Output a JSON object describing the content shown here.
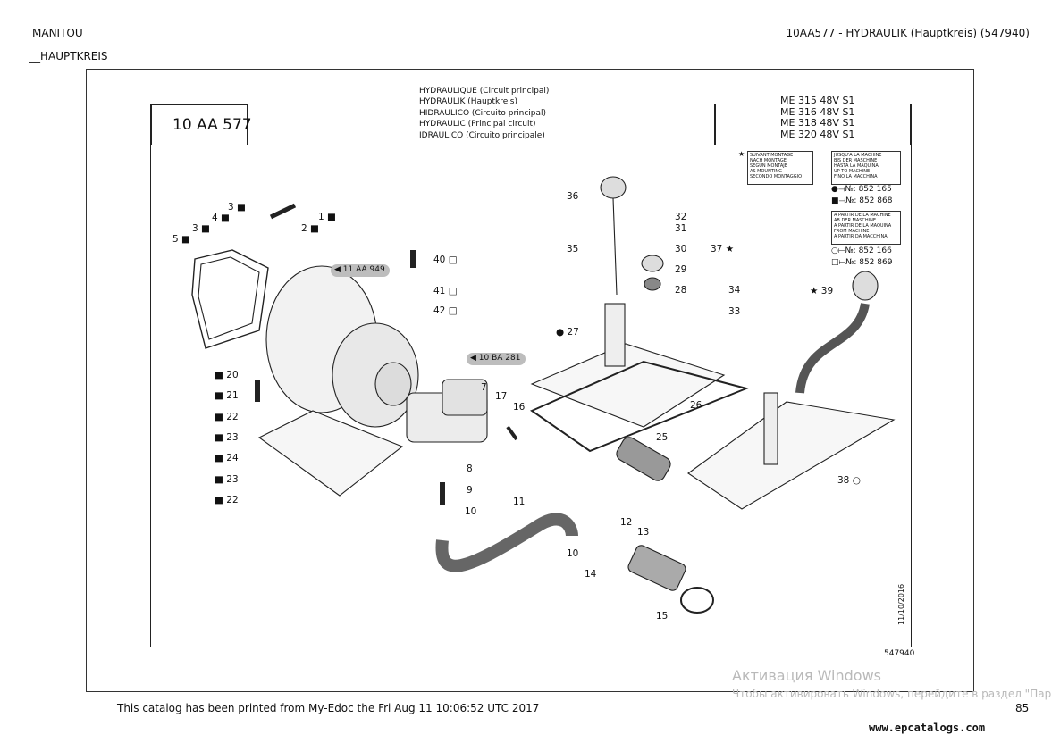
{
  "header": {
    "brand": "MANITOU",
    "section": "__HAUPTKREIS",
    "doc_title": "10AA577 - HYDRAULIK (Hauptkreis) (547940)"
  },
  "sheet": {
    "group_code": "10 AA 577",
    "titles": [
      "HYDRAULIQUE (Circuit principal)",
      "HYDRAULIK (Hauptkreis)",
      "HIDRAULICO (Circuito principal)",
      "HYDRAULIC (Principal circuit)",
      "IDRAULICO (Circuito principale)"
    ],
    "models": [
      "ME 315 48V S1",
      "ME 316 48V S1",
      "ME 318 48V S1",
      "ME 320 48V S1"
    ],
    "note_star": [
      "SUIVANT MONTAGE",
      "NACH MONTAGE",
      "SEGUN MONTAJE",
      "AS MOUNTING",
      "SECONDO MONTAGGIO"
    ],
    "note_up_to": [
      "JUSQU'A LA MACHINE",
      "BIS DER MASCHINE",
      "HASTA LA MAQUINA",
      "UP TO MACHINE",
      "FINO LA MACCHINA"
    ],
    "up_to_serials": [
      "852 165",
      "852 868"
    ],
    "note_from": [
      "A PARTIR DE LA MACHINE",
      "AB DER MASCHINE",
      "A PARTIR DE LA MAQUINA",
      "FROM MACHINE",
      "A PARTIR DA MACCHINA"
    ],
    "from_serials": [
      "852 166",
      "852 869"
    ],
    "ref_labels": [
      "11 AA 949",
      "10 BA 281"
    ],
    "date": "11/10/2016",
    "drawing_no": "547940"
  },
  "callouts": [
    "1",
    "2",
    "3",
    "3",
    "4",
    "5",
    "7",
    "8",
    "9",
    "10",
    "10",
    "11",
    "12",
    "13",
    "14",
    "15",
    "16",
    "17",
    "20",
    "21",
    "22",
    "22",
    "23",
    "23",
    "24",
    "25",
    "26",
    "27",
    "28",
    "29",
    "30",
    "31",
    "32",
    "33",
    "34",
    "35",
    "36",
    "37",
    "38",
    "39",
    "40",
    "41",
    "42"
  ],
  "footer": {
    "printed": "This catalog has been printed from My-Edoc the  Fri Aug 11 10:06:52 UTC 2017",
    "page": "85",
    "site": "www.epcatalogs.com"
  },
  "watermark": {
    "line1": "Активация Windows",
    "line2": "Чтобы активировать Windows, перейдите в раздел \"Пар"
  }
}
